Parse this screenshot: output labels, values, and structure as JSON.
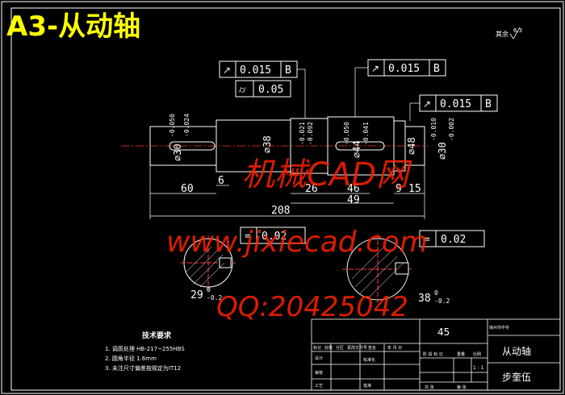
{
  "header": {
    "title": "A3-从动轴"
  },
  "roughness_note": "其余",
  "roughness_value": "6.3",
  "tolerance_frames": [
    {
      "symbol": "↗",
      "value": "0.015",
      "datum": "B"
    },
    {
      "symbol": "⌭",
      "value": "0.05",
      "datum": ""
    },
    {
      "symbol": "↗",
      "value": "0.015",
      "datum": "B"
    },
    {
      "symbol": "↗",
      "value": "0.015",
      "datum": "B"
    },
    {
      "symbol": "=",
      "value": "0.02",
      "datum": ""
    },
    {
      "symbol": "=",
      "value": "0.02",
      "datum": ""
    }
  ],
  "dimensions": {
    "d1": "⌀30",
    "d1_tol_up": "-0.050",
    "d1_tol_low": "-0.024",
    "d2": "⌀38",
    "d3": "-0.021",
    "d3b": "-0.092",
    "d4": "⌀44",
    "d4_tol_up": "-0.050",
    "d4_tol_low": "-0.041",
    "d5": "⌀48",
    "d6": "⌀30",
    "d6_tol_up": "-0.010",
    "d6_tol_low": "-0.002",
    "l60": "60",
    "l6": "6",
    "l26": "26",
    "l46": "46",
    "l49": "49",
    "l9": "9",
    "l15": "15",
    "l208": "208",
    "s1": "29",
    "s1_tol": "-0.2",
    "s1_up": "0",
    "s2": "38",
    "s2_tol": "-0.2",
    "s2_up": "0"
  },
  "tech_req": {
    "heading": "技术要求",
    "items": [
      "1. 调质处理 HB-217~255HBS",
      "2. 圆角半径 1.6mm",
      "3. 未注尺寸偏差按规定为IT12"
    ]
  },
  "title_block": {
    "material": "45",
    "part_name": "从动轴",
    "designer": "步奎伍",
    "row_labels": [
      "标记",
      "处数",
      "分区",
      "更改文件号",
      "签名",
      "年 月 日"
    ],
    "left_labels": [
      "设计",
      "审核",
      "工艺"
    ],
    "mid_labels": [
      "标准化",
      "批准"
    ],
    "stage_labels": [
      "阶 段 标 记",
      "重量",
      "比例"
    ],
    "scale": "1 : 1",
    "sheet_labels": [
      "共 张",
      "第 张"
    ],
    "school": "徐州市中专"
  },
  "watermark": {
    "line1": "机械CAD网",
    "line2": "www.jixiecad.com",
    "line3": "QQ:20425042"
  }
}
